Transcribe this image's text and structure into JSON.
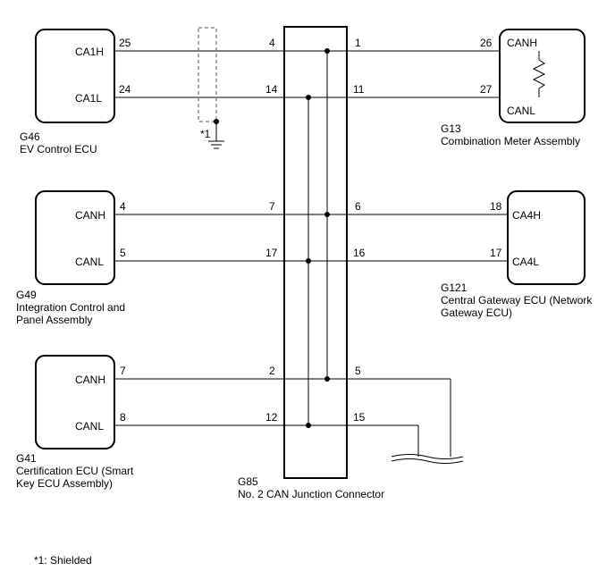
{
  "ecus": {
    "g46": {
      "code": "G46",
      "name": "EV Control ECU",
      "pin_high": "CA1H",
      "pin_low": "CA1L",
      "num_high": "25",
      "num_low": "24"
    },
    "g49": {
      "code": "G49",
      "name_line1": "Integration Control and",
      "name_line2": "Panel Assembly",
      "pin_high": "CANH",
      "pin_low": "CANL",
      "num_high": "4",
      "num_low": "5"
    },
    "g41": {
      "code": "G41",
      "name_line1": "Certification ECU (Smart",
      "name_line2": "Key ECU Assembly)",
      "pin_high": "CANH",
      "pin_low": "CANL",
      "num_high": "7",
      "num_low": "8"
    },
    "g13": {
      "code": "G13",
      "name": "Combination Meter Assembly",
      "pin_high": "CANH",
      "pin_low": "CANL",
      "num_high": "26",
      "num_low": "27"
    },
    "g121": {
      "code": "G121",
      "name_line1": "Central Gateway ECU (Network",
      "name_line2": "Gateway ECU)",
      "pin_high": "CA4H",
      "pin_low": "CA4L",
      "num_high": "18",
      "num_low": "17"
    }
  },
  "junction": {
    "code": "G85",
    "name": "No. 2 CAN Junction Connector",
    "left_pins": [
      "4",
      "14",
      "7",
      "17",
      "2",
      "12"
    ],
    "right_pins": [
      "1",
      "11",
      "6",
      "16",
      "5",
      "15"
    ]
  },
  "shield": {
    "marker": "*1"
  },
  "footnote": "*1: Shielded"
}
